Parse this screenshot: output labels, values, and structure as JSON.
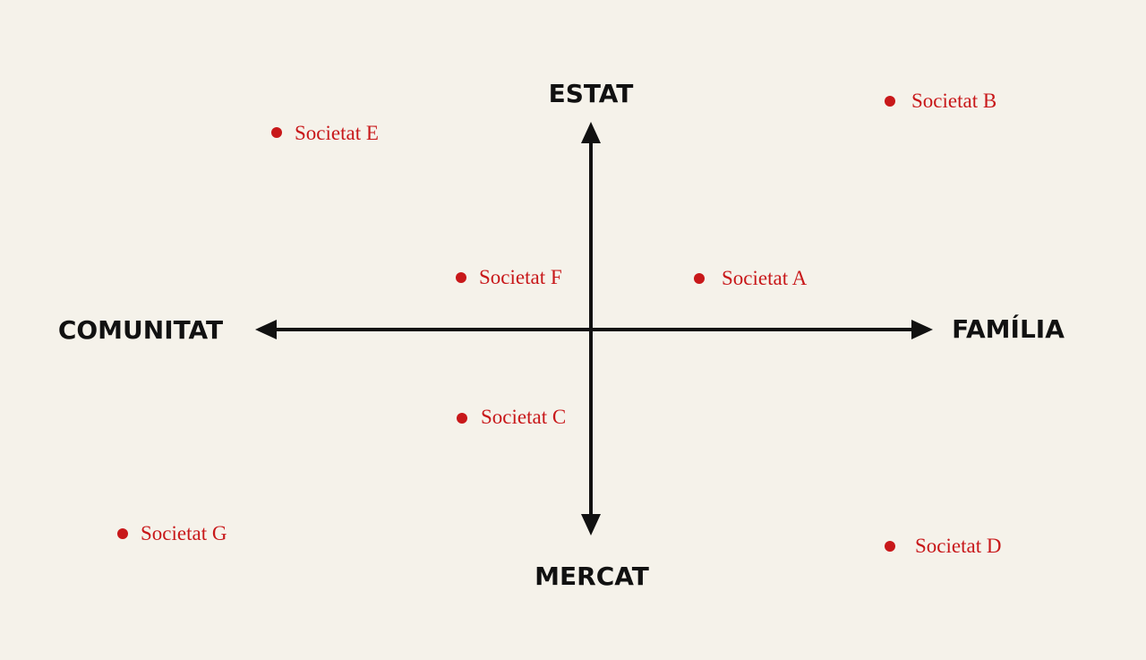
{
  "diagram": {
    "axes": {
      "top": "ESTAT",
      "bottom": "MERCAT",
      "left": "COMUNITAT",
      "right": "FAMÍLIA"
    },
    "colors": {
      "background": "#f5f2ea",
      "axis": "#111111",
      "point": "#c8181a"
    },
    "points": [
      {
        "label": "Societat A",
        "quadrant": "top-right"
      },
      {
        "label": "Societat B",
        "quadrant": "top-right"
      },
      {
        "label": "Societat C",
        "quadrant": "bottom-left"
      },
      {
        "label": "Societat D",
        "quadrant": "bottom-right"
      },
      {
        "label": "Societat E",
        "quadrant": "top-left"
      },
      {
        "label": "Societat F",
        "quadrant": "top-left"
      },
      {
        "label": "Societat G",
        "quadrant": "bottom-left"
      }
    ]
  }
}
